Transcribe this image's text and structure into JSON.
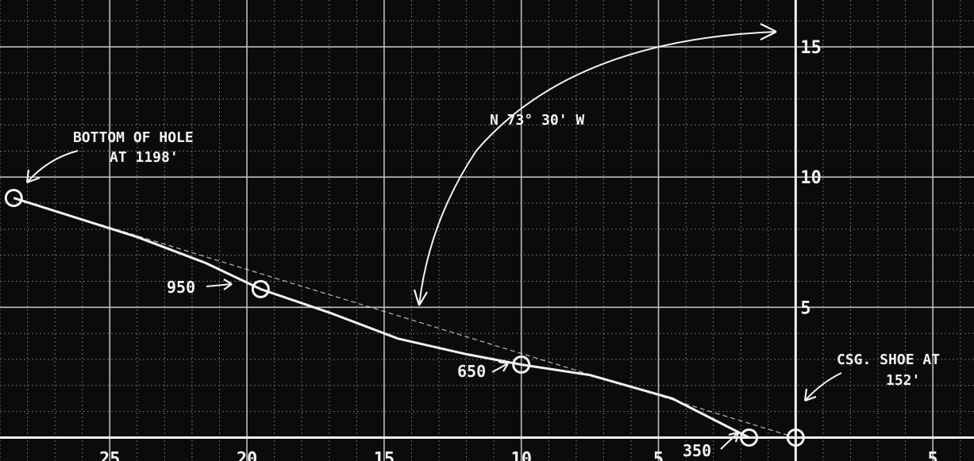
{
  "chart_data": {
    "type": "line",
    "title": "",
    "xlabel": "",
    "ylabel": "",
    "x_tick_labels": [
      "25",
      "20",
      "15",
      "10",
      "5",
      "5"
    ],
    "y_tick_labels": [
      "5",
      "10",
      "15"
    ],
    "xlim": [
      -29,
      6.5
    ],
    "ylim": [
      -0.9,
      16.8
    ],
    "grid": true,
    "series": [
      {
        "points": [
          {
            "x": 0.0,
            "y": 0.0
          },
          {
            "x": -1.7,
            "y": 0.0
          },
          {
            "x": -4.5,
            "y": 1.5
          },
          {
            "x": -7.5,
            "y": 2.4
          },
          {
            "x": -10.0,
            "y": 2.8
          },
          {
            "x": -12.0,
            "y": 3.2
          },
          {
            "x": -14.5,
            "y": 3.8
          },
          {
            "x": -17.0,
            "y": 4.8
          },
          {
            "x": -19.5,
            "y": 5.7
          },
          {
            "x": -21.5,
            "y": 6.7
          },
          {
            "x": -24.0,
            "y": 7.7
          },
          {
            "x": -28.5,
            "y": 9.2
          }
        ]
      },
      {
        "points": [
          {
            "x": 0.0,
            "y": 0.0
          },
          {
            "x": -28.5,
            "y": 9.2
          }
        ]
      }
    ],
    "stations": [
      {
        "x": 0.0,
        "y": 0.0,
        "label": "CSG. SHOE AT 152'"
      },
      {
        "x": -1.7,
        "y": 0.0,
        "label": "350"
      },
      {
        "x": -10.0,
        "y": 2.8,
        "label": "650"
      },
      {
        "x": -19.5,
        "y": 5.7,
        "label": "950"
      },
      {
        "x": -28.5,
        "y": 9.2,
        "label": "BOTTOM OF HOLE AT 1198'"
      }
    ],
    "annotations": {
      "bearing": "N 73° 30' W",
      "casing_line1": "CSG. SHOE AT",
      "casing_line2": "152'",
      "bottom_line1": "BOTTOM OF HOLE",
      "bottom_line2": "AT 1198'",
      "depth_350": "350",
      "depth_650": "650",
      "depth_950": "950"
    },
    "colors": {
      "background": "#0b0b0b",
      "grid_minor": "#6e6e6e",
      "grid_major": "#bdbdbd",
      "ink": "#f2f2f2"
    }
  }
}
